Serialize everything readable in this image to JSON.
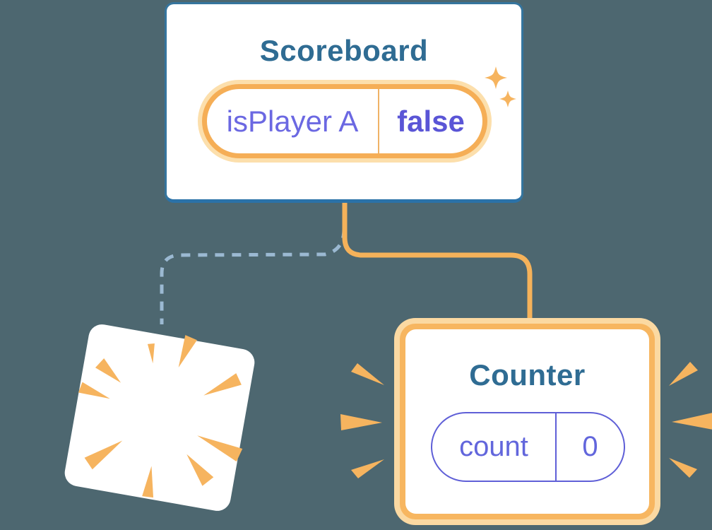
{
  "diagram": {
    "description": "React component tree state diagram",
    "background_color": "#4D6770",
    "scoreboard": {
      "title": "Scoreboard",
      "state": {
        "name": "isPlayer A",
        "value": "false"
      }
    },
    "counter": {
      "title": "Counter",
      "state": {
        "name": "count",
        "value": "0"
      }
    },
    "destroyed_component": {
      "icon": "burst-poof-icon"
    },
    "icons": {
      "sparkles": "sparkle-icon",
      "burst": "burst-poof-icon",
      "emphasis": "emphasis-rays-icon"
    },
    "colors": {
      "card_border_blue": "#2E74A6",
      "title_text_blue": "#2F6C93",
      "state_name_purple": "#6B68E2",
      "state_value_purple": "#5A55D6",
      "counter_pill_purple": "#5F5FD7",
      "highlight_orange": "#F5AE56",
      "highlight_halo_orange": "#FBD9A2",
      "connector_solid_orange": "#F5B25A",
      "connector_dashed_blue": "#9BB9D2",
      "burst_orange": "#F6B45F",
      "card_background": "#FFFFFF"
    }
  }
}
